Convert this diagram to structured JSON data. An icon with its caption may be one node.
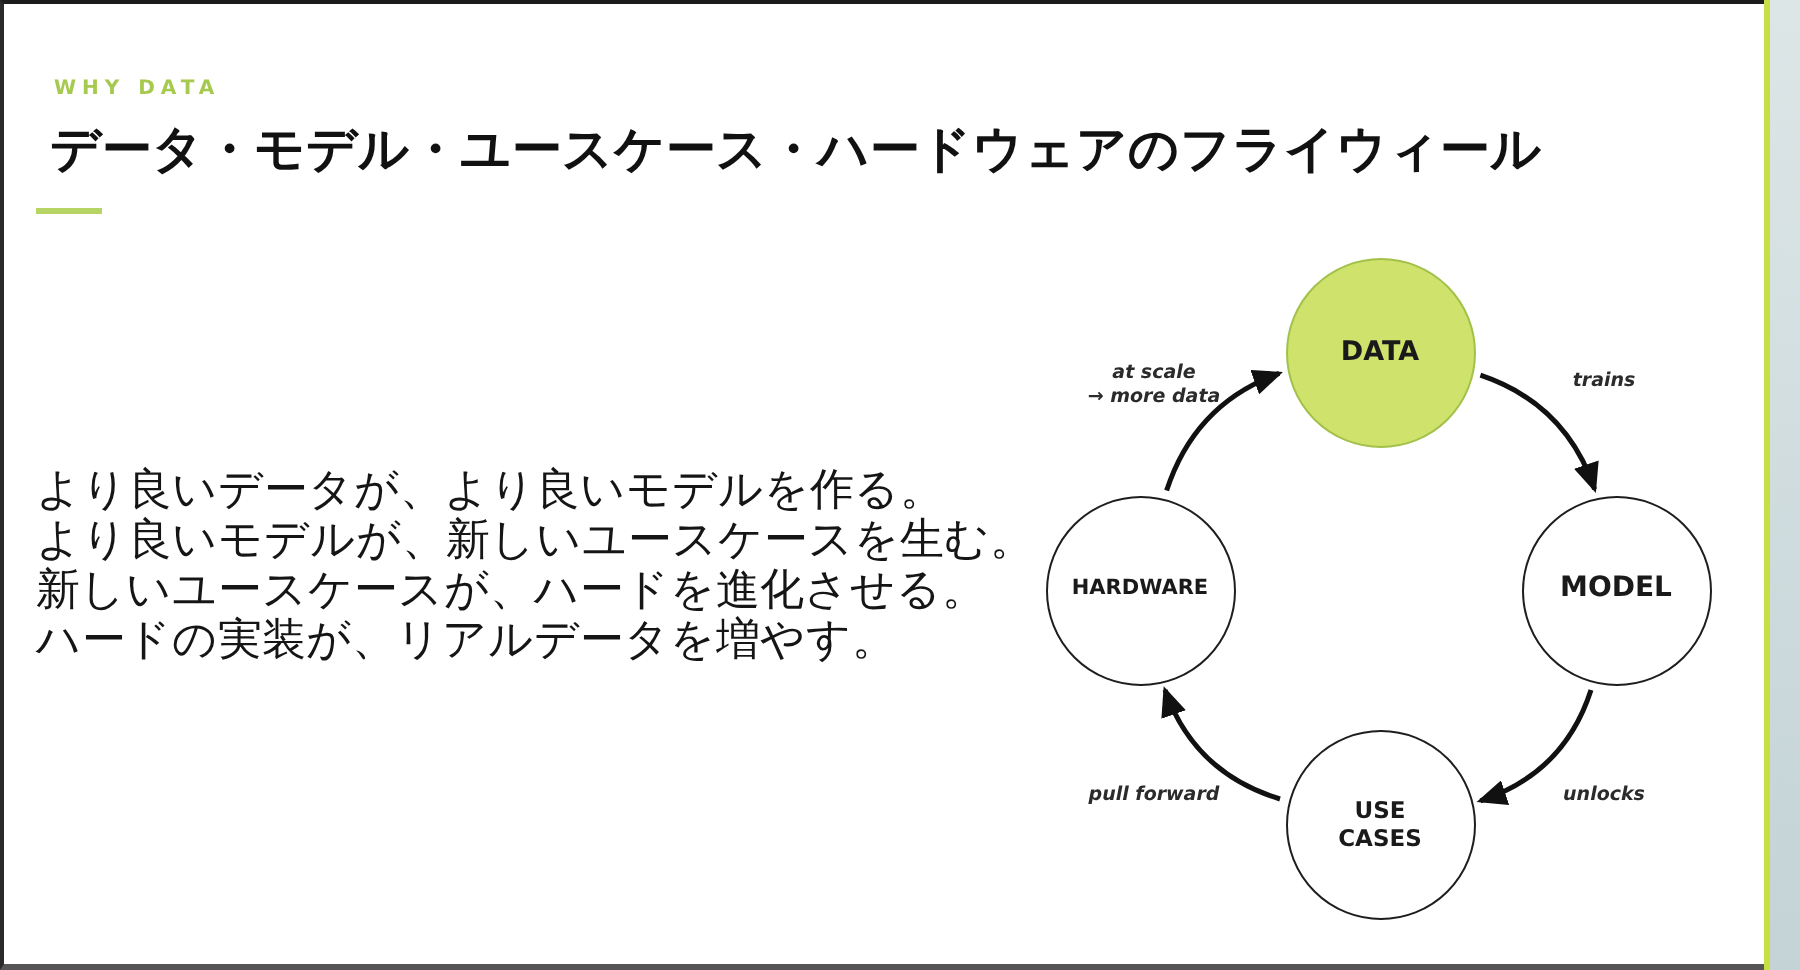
{
  "diagram": {
    "title": "データ・モデル・ユースケース・ハードウェアのフライウィール",
    "nodes": [
      {
        "text": [
          "DATA"
        ]
      },
      {
        "text": [
          "MODEL"
        ]
      },
      {
        "text": [
          "USE CASES"
        ]
      },
      {
        "text": [
          "HARDWARE"
        ]
      }
    ],
    "edges": [
      {
        "from": 0,
        "to": 1,
        "arrow": "to",
        "label": "trains"
      },
      {
        "from": 1,
        "to": 2,
        "arrow": "to",
        "label": "unlocks"
      },
      {
        "from": 2,
        "to": 3,
        "arrow": "to",
        "label": "pull forward"
      },
      {
        "from": 3,
        "to": 0,
        "arrow": "to",
        "label": "at scale → more data"
      }
    ],
    "labels": [
      "WHY DATA",
      "より良いデータが、より良いモデルを作る。",
      "より良いモデルが、新しいユースケースを生む。",
      "新しいユースケースが、ハードを進化させる。",
      "ハードの実装が、リアルデータを増やす。"
    ]
  }
}
